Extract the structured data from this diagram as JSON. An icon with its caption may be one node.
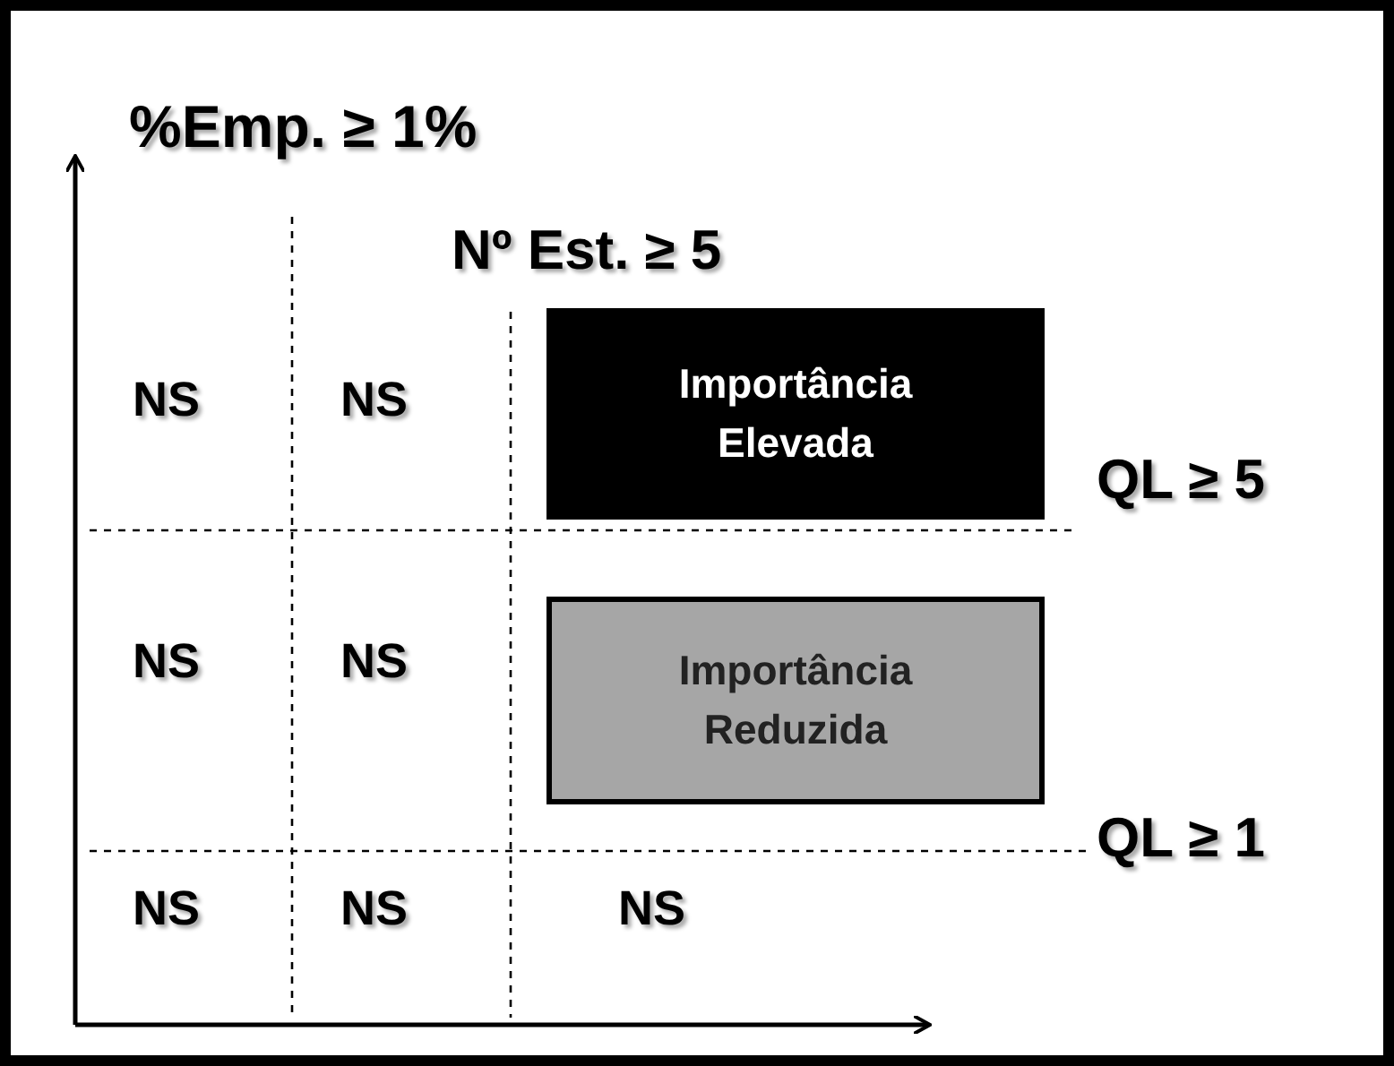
{
  "diagram": {
    "nodes": [
      {
        "text": [
          "Importância Elevada"
        ]
      },
      {
        "text": [
          "Importância Reduzida"
        ]
      }
    ],
    "labels": [
      "%Emp. ≥ 1%",
      "Nº Est. ≥ 5",
      "NS",
      "NS",
      "QL ≥ 5",
      "NS",
      "NS",
      "QL ≥ 1",
      "NS",
      "NS",
      "NS"
    ]
  }
}
